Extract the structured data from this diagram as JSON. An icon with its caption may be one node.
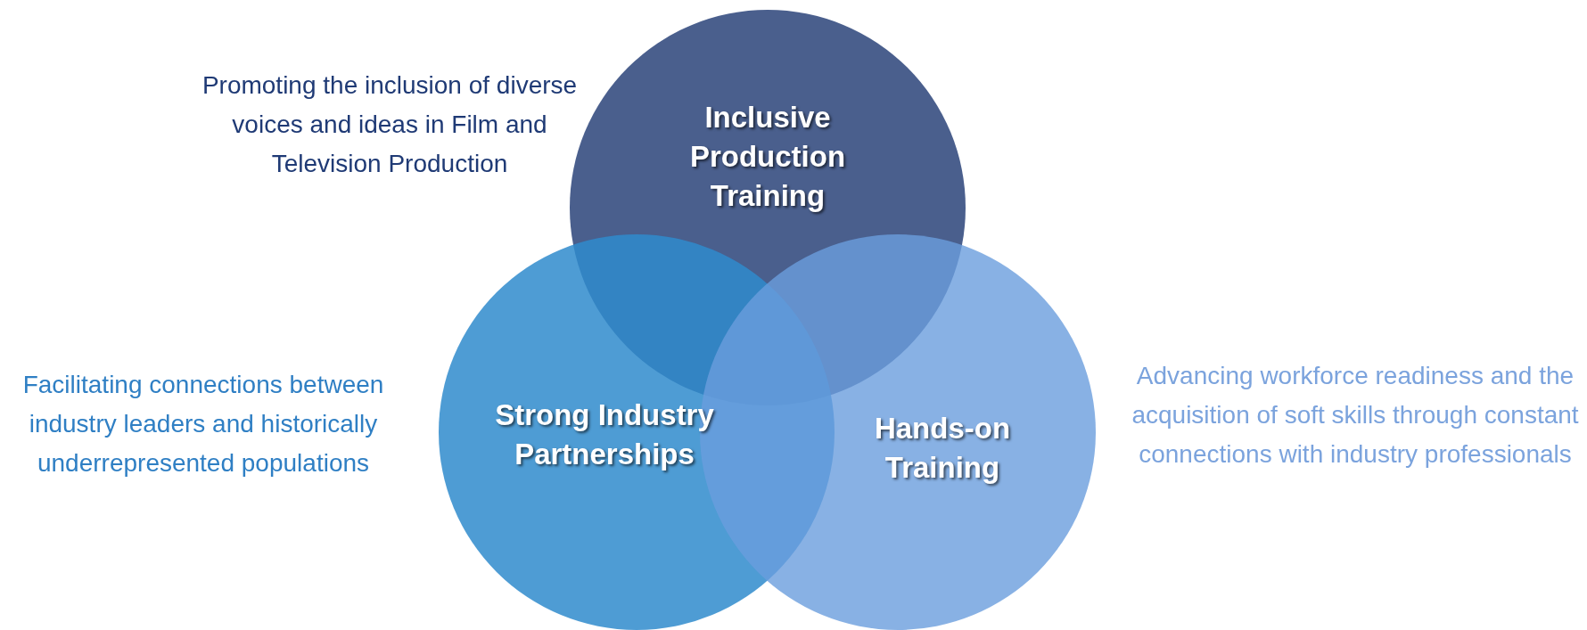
{
  "diagram": {
    "nodes": [
      {
        "text": [
          "Inclusive Production Training"
        ],
        "beside": [
          "Promoting the inclusion of diverse voices and ideas in Film and Television Production"
        ]
      },
      {
        "text": [
          "Strong Industry Partnerships"
        ],
        "beside": [
          "Facilitating connections between industry leaders and historically underrepresented populations"
        ]
      },
      {
        "text": [
          "Hands-on Training"
        ],
        "beside": [
          "Advancing workforce readiness and the acquisition of soft skills through constant connections with industry professionals"
        ]
      }
    ]
  }
}
